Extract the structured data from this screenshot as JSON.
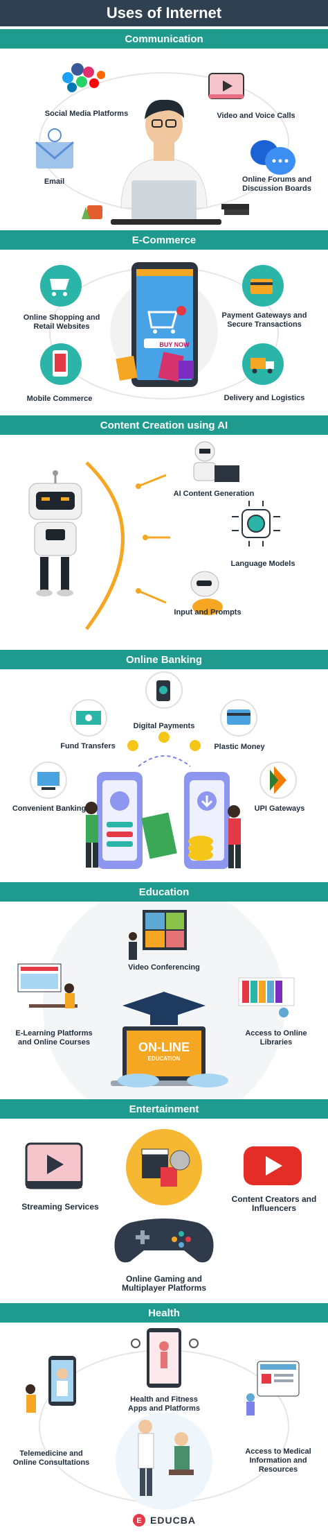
{
  "title": "Uses of Internet",
  "sections": {
    "communication": {
      "heading": "Communication",
      "items": [
        "Social Media Platforms",
        "Video and Voice Calls",
        "Email",
        "Online Forums and Discussion Boards"
      ]
    },
    "ecommerce": {
      "heading": "E-Commerce",
      "items": [
        "Online Shopping and Retail Websites",
        "Payment Gateways and Secure Transactions",
        "Mobile Commerce",
        "Delivery and Logistics"
      ],
      "phone_text": "BUY NOW"
    },
    "content_creation": {
      "heading": "Content Creation using AI",
      "items": [
        "AI Content Generation",
        "Language Models",
        "Input and Prompts"
      ]
    },
    "banking": {
      "heading": "Online Banking",
      "items": [
        "Digital Payments",
        "Fund Transfers",
        "Plastic Money",
        "Convenient Banking",
        "UPI Gateways"
      ]
    },
    "education": {
      "heading": "Education",
      "items": [
        "Video Conferencing",
        "E-Learning Platforms and Online Courses",
        "Access to Online Libraries"
      ],
      "screen_text": "ON-LINE",
      "screen_subtext": "EDUCATION"
    },
    "entertainment": {
      "heading": "Entertainment",
      "items": [
        "Streaming Services",
        "Content Creators and Influencers",
        "Online Gaming and Multiplayer Platforms"
      ]
    },
    "health": {
      "heading": "Health",
      "items": [
        "Health and Fitness Apps and Platforms",
        "Telemedicine and Online Consultations",
        "Access to Medical Information and Resources"
      ]
    }
  },
  "footer": {
    "brand": "EDUCBA"
  },
  "colors": {
    "title_bg": "#2f4050",
    "band_bg": "#1e9a8e",
    "accent_orange": "#f5a623",
    "icon_teal": "#2bb5a9",
    "youtube_red": "#e52d27"
  }
}
